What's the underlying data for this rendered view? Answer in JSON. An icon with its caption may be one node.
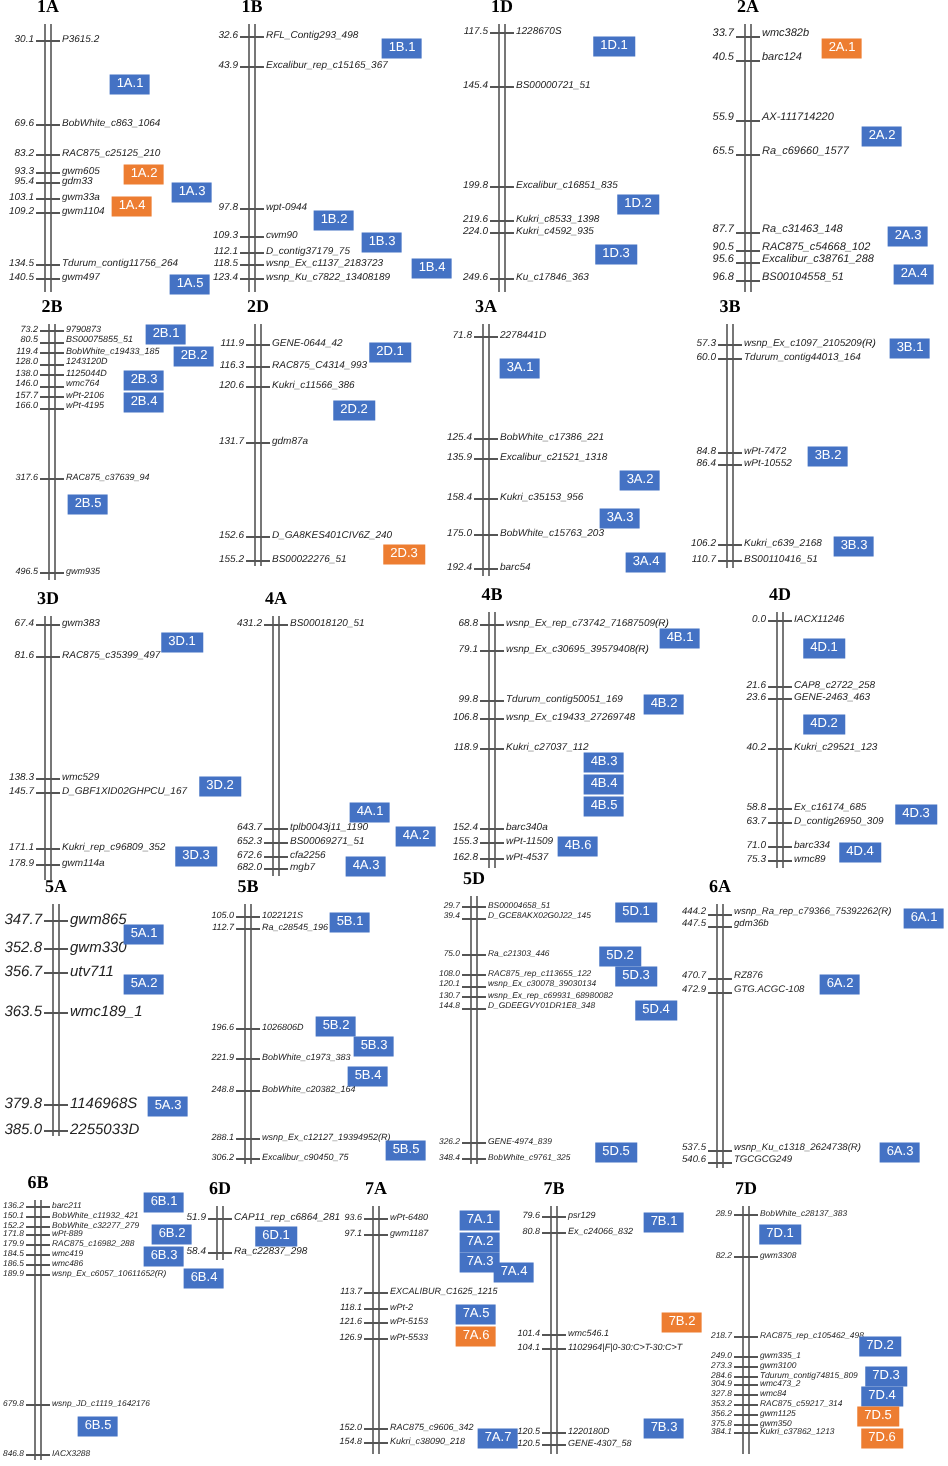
{
  "diagram": {
    "nodes": [
      {
        "text": [
          "1A"
        ],
        "beside": [
          "30.1",
          "P3615.2",
          "69.6",
          "BobWhite_c863_1064",
          "83.2",
          "RAC875_c25125_210",
          "93.3",
          "gwm605",
          "95.4",
          "gdm33",
          "103.1",
          "gwm33a",
          "109.2",
          "gwm1104",
          "134.5",
          "Tdurum_contig11756_264",
          "140.5",
          "gwm497"
        ]
      },
      {
        "text": [
          "1A.1"
        ]
      },
      {
        "text": [
          "1A.2"
        ]
      },
      {
        "text": [
          "1A.3"
        ]
      },
      {
        "text": [
          "1A.4"
        ]
      },
      {
        "text": [
          "1A.5"
        ]
      },
      {
        "text": [
          "1B"
        ],
        "beside": [
          "32.6",
          "RFL_Contig293_498",
          "43.9",
          "Excalibur_rep_c15165_367",
          "97.8",
          "wpt-0944",
          "109.3",
          "cwm90",
          "112.1",
          "D_contig37179_75",
          "118.5",
          "wsnp_Ex_c1137_2183723",
          "123.4",
          "wsnp_Ku_c7822_13408189"
        ]
      },
      {
        "text": [
          "1B.1"
        ]
      },
      {
        "text": [
          "1B.2"
        ]
      },
      {
        "text": [
          "1B.3"
        ]
      },
      {
        "text": [
          "1B.4"
        ]
      },
      {
        "text": [
          "1D"
        ],
        "beside": [
          "117.5",
          "1228670S",
          "145.4",
          "BS00000721_51",
          "199.8",
          "Excalibur_c16851_835",
          "219.6",
          "Kukri_c8533_1398",
          "224.0",
          "Kukri_c4592_935",
          "249.6",
          "Ku_c17846_363"
        ]
      },
      {
        "text": [
          "1D.1"
        ]
      },
      {
        "text": [
          "1D.2"
        ]
      },
      {
        "text": [
          "1D.3"
        ]
      },
      {
        "text": [
          "2A"
        ],
        "beside": [
          "33.7",
          "wmc382b",
          "40.5",
          "barc124",
          "55.9",
          "AX-111714220",
          "65.5",
          "Ra_c69660_1577",
          "87.7",
          "Ra_c31463_148",
          "90.5",
          "RAC875_c54668_102",
          "95.6",
          "Excalibur_c38761_288",
          "96.8",
          "BS00104558_51"
        ]
      },
      {
        "text": [
          "2A.1"
        ]
      },
      {
        "text": [
          "2A.2"
        ]
      },
      {
        "text": [
          "2A.3"
        ]
      },
      {
        "text": [
          "2A.4"
        ]
      },
      {
        "text": [
          "2B"
        ],
        "beside": [
          "73.2",
          "9790873",
          "80.5",
          "BS00075855_51",
          "119.4",
          "BobWhite_c19433_185",
          "128.0",
          "1243120D",
          "138.0",
          "1125044D",
          "146.0",
          "wmc764",
          "157.7",
          "wPt-2106",
          "166.0",
          "wPt-4195",
          "317.6",
          "RAC875_c37639_94",
          "496.5",
          "gwm935"
        ]
      },
      {
        "text": [
          "2B.1"
        ]
      },
      {
        "text": [
          "2B.2"
        ]
      },
      {
        "text": [
          "2B.3"
        ]
      },
      {
        "text": [
          "2B.4"
        ]
      },
      {
        "text": [
          "2B.5"
        ]
      },
      {
        "text": [
          "2D"
        ],
        "beside": [
          "111.9",
          "GENE-0644_42",
          "116.3",
          "RAC875_C4314_993",
          "120.6",
          "Kukri_c11566_386",
          "131.7",
          "gdm87a",
          "152.6",
          "D_GA8KES401CIV6Z_240",
          "155.2",
          "BS00022276_51"
        ]
      },
      {
        "text": [
          "2D.1"
        ]
      },
      {
        "text": [
          "2D.2"
        ]
      },
      {
        "text": [
          "2D.3"
        ]
      },
      {
        "text": [
          "3A"
        ],
        "beside": [
          "71.8",
          "2278441D",
          "125.4",
          "BobWhite_c17386_221",
          "135.9",
          "Excalibur_c21521_1318",
          "158.4",
          "Kukri_c35153_956",
          "175.0",
          "BobWhite_c15763_203",
          "192.4",
          "barc54"
        ]
      },
      {
        "text": [
          "3A.1"
        ]
      },
      {
        "text": [
          "3A.2"
        ]
      },
      {
        "text": [
          "3A.3"
        ]
      },
      {
        "text": [
          "3A.4"
        ]
      },
      {
        "text": [
          "3B"
        ],
        "beside": [
          "57.3",
          "wsnp_Ex_c1097_2105209(R)",
          "60.0",
          "Tdurum_contig44013_164",
          "84.8",
          "wPt-7472",
          "86.4",
          "wPt-10552",
          "106.2",
          "Kukri_c639_2168",
          "110.7",
          "BS00110416_51"
        ]
      },
      {
        "text": [
          "3B.1"
        ]
      },
      {
        "text": [
          "3B.2"
        ]
      },
      {
        "text": [
          "3B.3"
        ]
      },
      {
        "text": [
          "3D"
        ],
        "beside": [
          "67.4",
          "gwm383",
          "81.6",
          "RAC875_c35399_497",
          "138.3",
          "wmc529",
          "145.7",
          "D_GBF1XID02GHPCU_167",
          "171.1",
          "Kukri_rep_c96809_352",
          "178.9",
          "gwm114a"
        ]
      },
      {
        "text": [
          "3D.1"
        ]
      },
      {
        "text": [
          "3D.2"
        ]
      },
      {
        "text": [
          "3D.3"
        ]
      },
      {
        "text": [
          "4A"
        ],
        "beside": [
          "431.2",
          "BS00018120_51",
          "643.7",
          "tplb0043j11_1190",
          "652.3",
          "BS00069271_51",
          "672.6",
          "cfa2256",
          "682.0",
          "mgb7"
        ]
      },
      {
        "text": [
          "4A.1"
        ]
      },
      {
        "text": [
          "4A.2"
        ]
      },
      {
        "text": [
          "4A.3"
        ]
      },
      {
        "text": [
          "4B"
        ],
        "beside": [
          "68.8",
          "wsnp_Ex_rep_c73742_71687509(R)",
          "79.1",
          "wsnp_Ex_c30695_39579408(R)",
          "99.8",
          "Tdurum_contig50051_169",
          "106.8",
          "wsnp_Ex_c19433_27269748",
          "118.9",
          "Kukri_c27037_112",
          "152.4",
          "barc340a",
          "155.3",
          "wPt-11509",
          "162.8",
          "wPt-4537"
        ]
      },
      {
        "text": [
          "4B.1"
        ]
      },
      {
        "text": [
          "4B.2"
        ]
      },
      {
        "text": [
          "4B.3"
        ]
      },
      {
        "text": [
          "4B.4"
        ]
      },
      {
        "text": [
          "4B.5"
        ]
      },
      {
        "text": [
          "4B.6"
        ]
      },
      {
        "text": [
          "4D"
        ],
        "beside": [
          "0.0",
          "IACX11246",
          "21.6",
          "CAP8_c2722_258",
          "23.6",
          "GENE-2463_463",
          "40.2",
          "Kukri_c29521_123",
          "58.8",
          "Ex_c16174_685",
          "63.7",
          "D_contig26950_309",
          "71.0",
          "barc334",
          "75.3",
          "wmc89"
        ]
      },
      {
        "text": [
          "4D.1"
        ]
      },
      {
        "text": [
          "4D.2"
        ]
      },
      {
        "text": [
          "4D.3"
        ]
      },
      {
        "text": [
          "4D.4"
        ]
      },
      {
        "text": [
          "5A"
        ],
        "beside": [
          "347.7",
          "gwm865",
          "352.8",
          "gwm330",
          "356.7",
          "utv711",
          "363.5",
          "wmc189_1",
          "379.8",
          "1146968S",
          "385.0",
          "2255033D"
        ]
      },
      {
        "text": [
          "5A.1"
        ]
      },
      {
        "text": [
          "5A.2"
        ]
      },
      {
        "text": [
          "5A.3"
        ]
      },
      {
        "text": [
          "5B"
        ],
        "beside": [
          "105.0",
          "1022121S",
          "112.7",
          "Ra_c28545_196",
          "196.6",
          "1026806D",
          "221.9",
          "BobWhite_c1973_383",
          "248.8",
          "BobWhite_c20382_164",
          "288.1",
          "wsnp_Ex_c12127_19394952(R)",
          "306.2",
          "Excalibur_c90450_75"
        ]
      },
      {
        "text": [
          "5B.1"
        ]
      },
      {
        "text": [
          "5B.2"
        ]
      },
      {
        "text": [
          "5B.3"
        ]
      },
      {
        "text": [
          "5B.4"
        ]
      },
      {
        "text": [
          "5B.5"
        ]
      },
      {
        "text": [
          "5D"
        ],
        "beside": [
          "29.7",
          "BS00004658_51",
          "39.4",
          "D_GCE8AKX02G0J22_145",
          "75.0",
          "Ra_c21303_446",
          "108.0",
          "RAC875_rep_c113655_122",
          "120.1",
          "wsnp_Ex_c30078_39030134",
          "130.7",
          "wsnp_Ex_rep_c69931_68980082",
          "144.8",
          "D_GDEEGVY01DR1E8_348",
          "326.2",
          "GENE-4974_839",
          "348.4",
          "BobWhite_c9761_325"
        ]
      },
      {
        "text": [
          "5D.1"
        ]
      },
      {
        "text": [
          "5D.2"
        ]
      },
      {
        "text": [
          "5D.3"
        ]
      },
      {
        "text": [
          "5D.4"
        ]
      },
      {
        "text": [
          "5D.5"
        ]
      },
      {
        "text": [
          "6A"
        ],
        "beside": [
          "444.2",
          "wsnp_Ra_rep_c79366_75392262(R)",
          "447.5",
          "gdm36b",
          "470.7",
          "RZ876",
          "472.9",
          "GTG.ACGC-108",
          "537.5",
          "wsnp_Ku_c1318_2624738(R)",
          "540.6",
          "TGCGCG249"
        ]
      },
      {
        "text": [
          "6A.1"
        ]
      },
      {
        "text": [
          "6A.2"
        ]
      },
      {
        "text": [
          "6A.3"
        ]
      },
      {
        "text": [
          "6B"
        ],
        "beside": [
          "136.2",
          "barc211",
          "150.1",
          "BobWhite_c11932_421",
          "152.2",
          "BobWhite_c32277_279",
          "171.8",
          "wPt-889",
          "179.9",
          "RAC875_c16982_288",
          "184.5",
          "wmc419",
          "186.5",
          "wmc486",
          "189.9",
          "wsnp_Ex_c6057_10611652(R)",
          "679.8",
          "wsnp_JD_c1119_1642176",
          "846.8",
          "IACX3288"
        ]
      },
      {
        "text": [
          "6B.1"
        ]
      },
      {
        "text": [
          "6B.2"
        ]
      },
      {
        "text": [
          "6B.3"
        ]
      },
      {
        "text": [
          "6B.4"
        ]
      },
      {
        "text": [
          "6B.5"
        ]
      },
      {
        "text": [
          "6D"
        ],
        "beside": [
          "51.9",
          "CAP11_rep_c6864_281",
          "58.4",
          "Ra_c22837_298"
        ]
      },
      {
        "text": [
          "6D.1"
        ]
      },
      {
        "text": [
          "7A"
        ],
        "beside": [
          "93.6",
          "wPt-6480",
          "97.1",
          "gwm1187",
          "113.7",
          "EXCALIBUR_C1625_1215",
          "118.1",
          "wPt-2",
          "121.6",
          "wPt-5153",
          "126.9",
          "wPt-5533",
          "152.0",
          "RAC875_c9606_342",
          "154.8",
          "Kukri_c38090_218"
        ]
      },
      {
        "text": [
          "7A.1"
        ]
      },
      {
        "text": [
          "7A.2"
        ]
      },
      {
        "text": [
          "7A.3"
        ]
      },
      {
        "text": [
          "7A.4"
        ]
      },
      {
        "text": [
          "7A.5"
        ]
      },
      {
        "text": [
          "7A.6"
        ]
      },
      {
        "text": [
          "7A.7"
        ]
      },
      {
        "text": [
          "7B"
        ],
        "beside": [
          "79.6",
          "psr129",
          "80.8",
          "Ex_c24066_832",
          "101.4",
          "wmc546.1",
          "104.1",
          "1102964|F|0-30:C>T-30:C>T",
          "120.5",
          "1220180D",
          "120.5",
          "GENE-4307_58"
        ]
      },
      {
        "text": [
          "7B.1"
        ]
      },
      {
        "text": [
          "7B.2"
        ]
      },
      {
        "text": [
          "7B.3"
        ]
      },
      {
        "text": [
          "7D"
        ],
        "beside": [
          "28.9",
          "BobWhite_c28137_383",
          "82.2",
          "gwm3308",
          "218.7",
          "RAC875_rep_c105462_498",
          "249.0",
          "gwm335_1",
          "273.3",
          "gwm3100",
          "284.6",
          "Tdurum_contig74815_809",
          "304.9",
          "wmc473_2",
          "327.8",
          "wmc84",
          "353.2",
          "RAC875_c59217_314",
          "356.2",
          "gwm1125",
          "375.8",
          "gwm350",
          "384.1",
          "Kukri_c37862_1213"
        ]
      },
      {
        "text": [
          "7D.1"
        ]
      },
      {
        "text": [
          "7D.2"
        ]
      },
      {
        "text": [
          "7D.3"
        ]
      },
      {
        "text": [
          "7D.4"
        ]
      },
      {
        "text": [
          "7D.5"
        ]
      },
      {
        "text": [
          "7D.6"
        ]
      }
    ]
  }
}
